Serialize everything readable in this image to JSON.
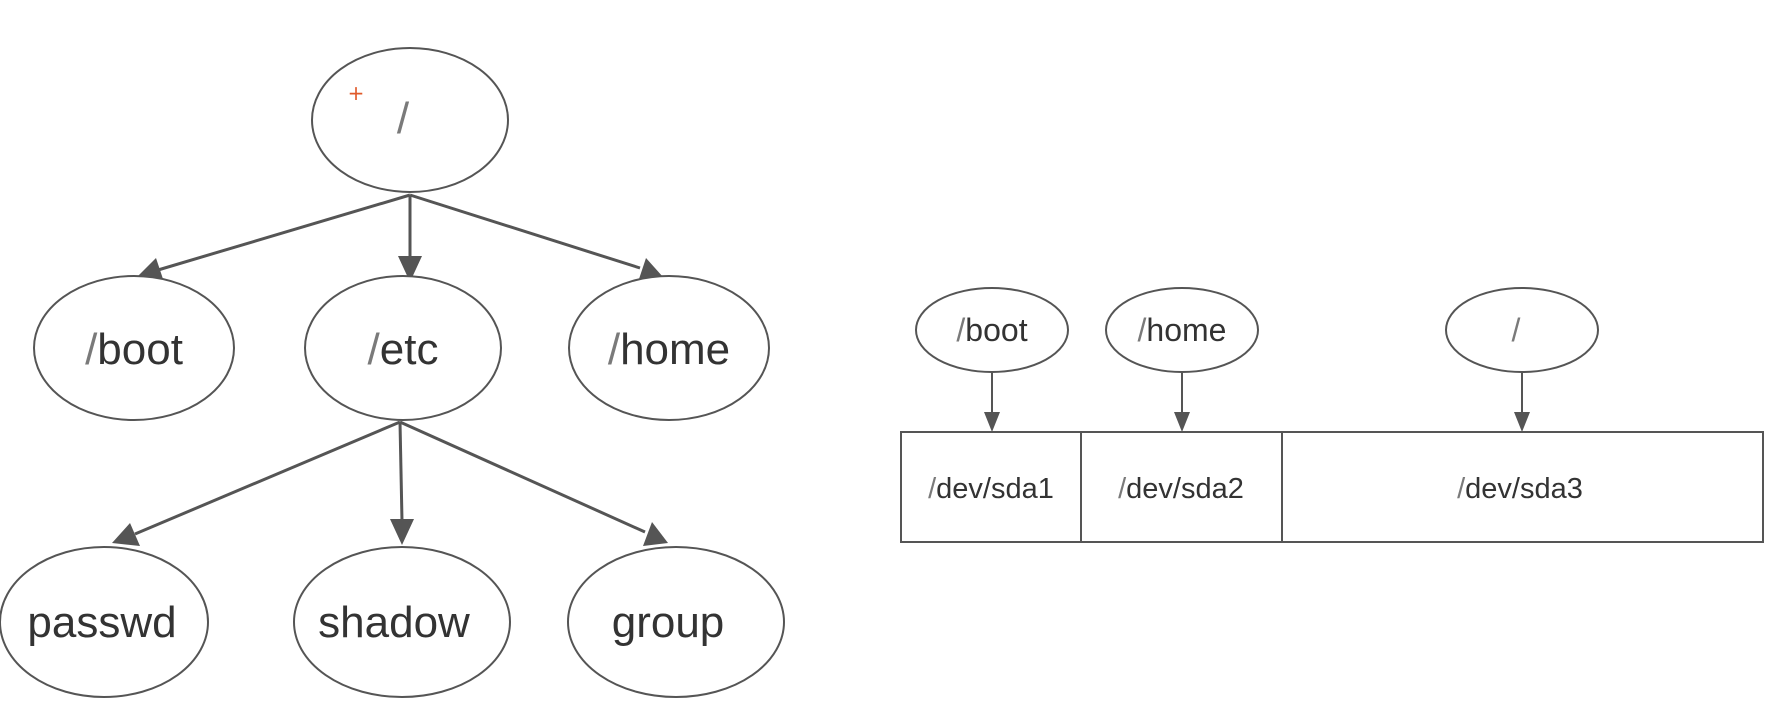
{
  "tree": {
    "root": {
      "slash": "/",
      "label": ""
    },
    "level1": [
      {
        "slash": "/",
        "label": "boot"
      },
      {
        "slash": "/",
        "label": "etc"
      },
      {
        "slash": "/",
        "label": "home"
      }
    ],
    "level2": [
      {
        "label": "passwd"
      },
      {
        "label": "shadow"
      },
      {
        "label": "group"
      }
    ]
  },
  "mounts": [
    {
      "slash": "/",
      "label": "boot"
    },
    {
      "slash": "/",
      "label": "home"
    },
    {
      "slash": "/",
      "label": ""
    }
  ],
  "partitions": [
    {
      "slash": "/",
      "label": "dev/sda1"
    },
    {
      "slash": "/",
      "label": "dev/sda2"
    },
    {
      "slash": "/",
      "label": "dev/sda3"
    }
  ],
  "cursor": {
    "glyph": "+"
  },
  "colors": {
    "stroke": "#555555",
    "text": "#333333",
    "slash": "#7a7a7a",
    "cursor": "#e05a2a"
  }
}
